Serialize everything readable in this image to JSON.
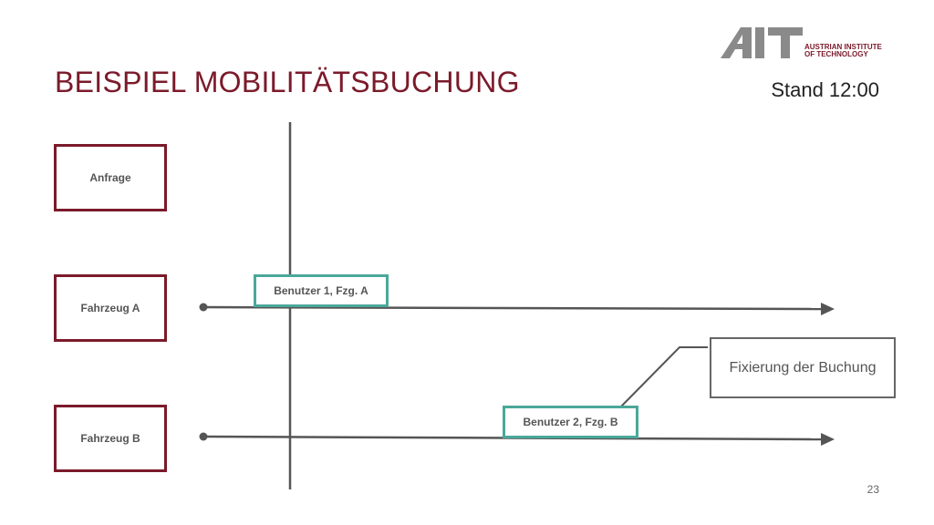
{
  "slide": {
    "title": "BEISPIEL MOBILITÄTSBUCHUNG",
    "time_label": "Stand 12:00",
    "page_number": "23"
  },
  "logo": {
    "mark": "AIT",
    "line1": "AUSTRIAN INSTITUTE",
    "line2": "OF TECHNOLOGY"
  },
  "rows": [
    {
      "label": "Anfrage"
    },
    {
      "label": "Fahrzeug A"
    },
    {
      "label": "Fahrzeug B"
    }
  ],
  "bookings": [
    {
      "label": "Benutzer 1, Fzg. A"
    },
    {
      "label": "Benutzer 2, Fzg. B"
    }
  ],
  "callout": {
    "text": "Fixierung der Buchung"
  },
  "colors": {
    "brand": "#7b1a2a",
    "booking": "#4aa89a",
    "line": "#555555",
    "logo_gray": "#8a8a8a"
  }
}
